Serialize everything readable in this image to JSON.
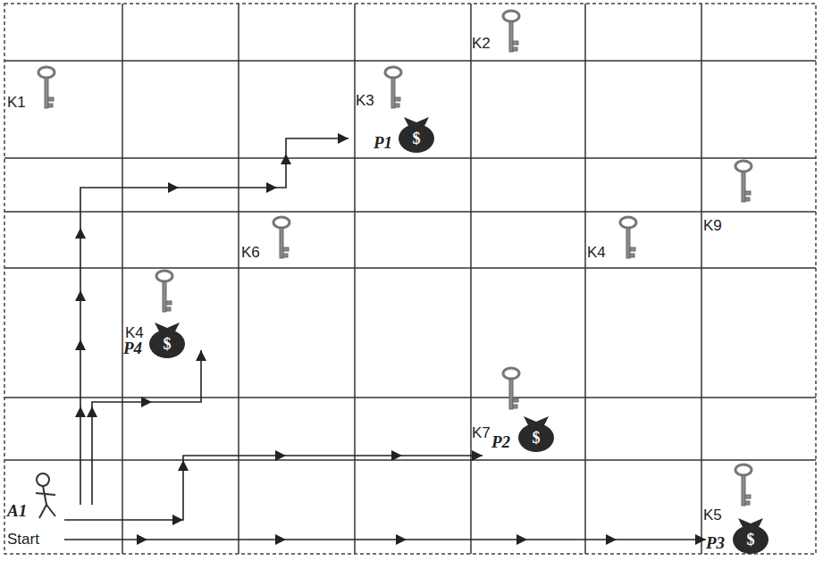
{
  "diagram": {
    "labels": [
      "K2",
      "K1",
      "K3",
      "P1",
      "$",
      "K9",
      "K6",
      "K4",
      "K4",
      "P4",
      "$",
      "K7",
      "P2",
      "$",
      "A1",
      "K5",
      "P3",
      "$",
      "Start"
    ]
  }
}
